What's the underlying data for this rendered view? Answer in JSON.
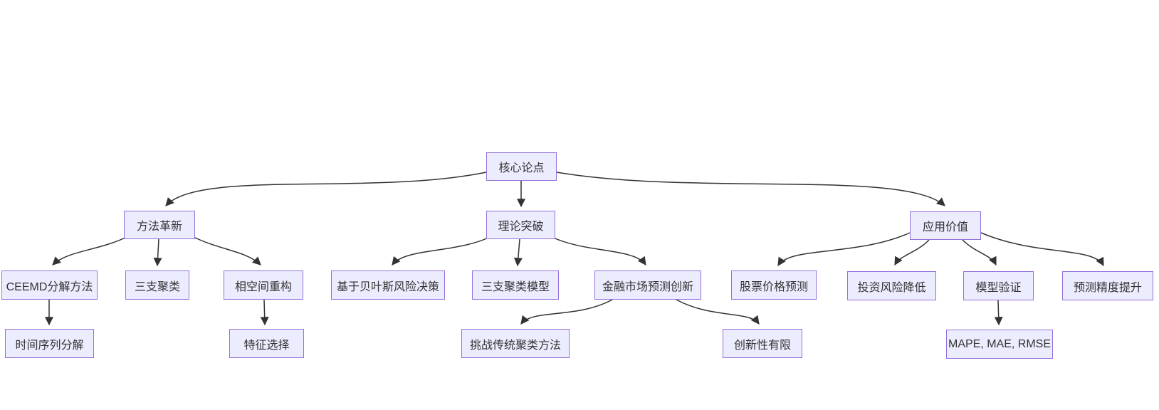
{
  "diagram": {
    "type": "flowchart-top-down",
    "colors": {
      "background": "#ffffff",
      "node_fill": "#ECECFF",
      "node_border": "#9370DB",
      "edge": "#333333",
      "text": "#333333"
    },
    "nodes": {
      "root": {
        "label": "核心论点"
      },
      "method": {
        "label": "方法革新"
      },
      "theory": {
        "label": "理论突破"
      },
      "application": {
        "label": "应用价值"
      },
      "ceemd": {
        "label": "CEEMD分解方法"
      },
      "threeway": {
        "label": "三支聚类"
      },
      "phase": {
        "label": "相空间重构"
      },
      "bayes": {
        "label": "基于贝叶斯风险决策"
      },
      "twc_model": {
        "label": "三支聚类模型"
      },
      "fin": {
        "label": "金融市场预测创新"
      },
      "stock": {
        "label": "股票价格预测"
      },
      "risk": {
        "label": "投资风险降低"
      },
      "validation": {
        "label": "模型验证"
      },
      "accuracy": {
        "label": "预测精度提升"
      },
      "ts": {
        "label": "时间序列分解"
      },
      "feature": {
        "label": "特征选择"
      },
      "challenge": {
        "label": "挑战传统聚类方法"
      },
      "limited": {
        "label": "创新性有限"
      },
      "metrics": {
        "label": "MAPE, MAE, RMSE"
      }
    },
    "edges": [
      {
        "from": "root",
        "to": "method"
      },
      {
        "from": "root",
        "to": "theory"
      },
      {
        "from": "root",
        "to": "application"
      },
      {
        "from": "method",
        "to": "ceemd"
      },
      {
        "from": "method",
        "to": "threeway"
      },
      {
        "from": "method",
        "to": "phase"
      },
      {
        "from": "theory",
        "to": "bayes"
      },
      {
        "from": "theory",
        "to": "twc_model"
      },
      {
        "from": "theory",
        "to": "fin"
      },
      {
        "from": "application",
        "to": "stock"
      },
      {
        "from": "application",
        "to": "risk"
      },
      {
        "from": "application",
        "to": "validation"
      },
      {
        "from": "application",
        "to": "accuracy"
      },
      {
        "from": "ceemd",
        "to": "ts"
      },
      {
        "from": "phase",
        "to": "feature"
      },
      {
        "from": "fin",
        "to": "challenge"
      },
      {
        "from": "fin",
        "to": "limited"
      },
      {
        "from": "validation",
        "to": "metrics"
      }
    ]
  }
}
